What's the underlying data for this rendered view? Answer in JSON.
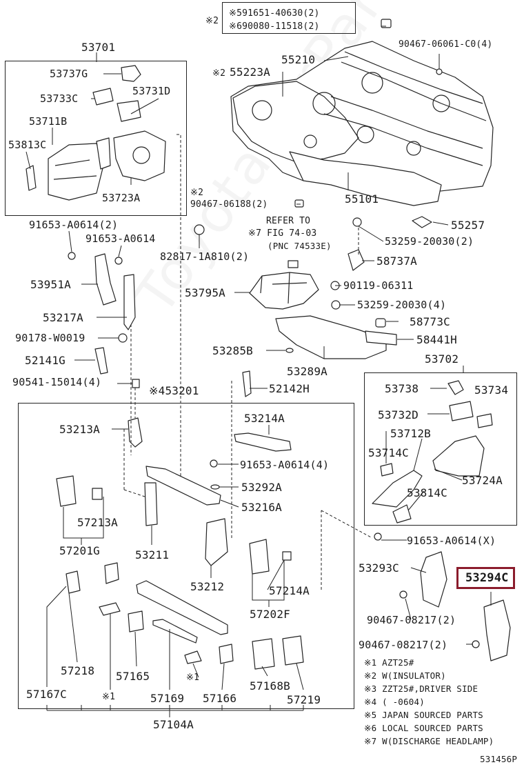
{
  "labels": {
    "p53701": "53701",
    "p53737G": "53737G",
    "p53733C": "53733C",
    "p53731D": "53731D",
    "p53711B": "53711B",
    "p53813C": "53813C",
    "p53723A": "53723A",
    "top_note_mark": "※2",
    "top_note_1": "※591651-40630(2)",
    "top_note_2": "※690080-11518(2)",
    "p90467_06061": "90467-06061-C0(4)",
    "p55210": "55210",
    "p55223A": "55223A",
    "mark2_55223A": "※2",
    "p55101": "55101",
    "mark2_90467": "※2",
    "p90467_06188": "90467-06188(2)",
    "refer_to": "REFER TO",
    "fig_ref": "※7 FIG 74-03",
    "pnc_ref": "(PNC 74533E)",
    "p55257": "55257",
    "p53259_a": "53259-20030(2)",
    "p58737A": "58737A",
    "p90119": "90119-06311",
    "p53259_b": "53259-20030(4)",
    "p58773C": "58773C",
    "p58441H": "58441H",
    "p53795A": "53795A",
    "p53285B": "53285B",
    "p53289A": "53289A",
    "p91653_a": "91653-A0614(2)",
    "p91653_b": "91653-A0614",
    "p82817": "82817-1A810(2)",
    "p53951A": "53951A",
    "p53217A": "53217A",
    "p90178": "90178-W0019",
    "p52141G": "52141G",
    "p90541": "90541-15014(4)",
    "p52142H": "52142H",
    "p53201": "※453201",
    "p53702": "53702",
    "p53738": "53738",
    "p53734": "53734",
    "p53732D": "53732D",
    "p53712B": "53712B",
    "p53714C": "53714C",
    "p53724A": "53724A",
    "p53814C": "53814C",
    "p53213A": "53213A",
    "p53214A": "53214A",
    "p91653_c": "91653-A0614(4)",
    "p53292A": "53292A",
    "p53216A": "53216A",
    "p57213A": "57213A",
    "p57201G": "57201G",
    "p53211": "53211",
    "p53212": "53212",
    "p57214A": "57214A",
    "p57202F": "57202F",
    "p91653_x": "91653-A0614(X)",
    "p53293C": "53293C",
    "p53294C": "53294C",
    "p90467_08217_a": "90467-08217(2)",
    "p90467_08217_b": "90467-08217(2)",
    "p57218": "57218",
    "p57165": "57165",
    "mark1_a": "※1",
    "p57167C": "57167C",
    "mark1_b": "※1",
    "p57169": "57169",
    "p57166": "57166",
    "p57168B": "57168B",
    "p57219": "57219",
    "p57104A": "57104A",
    "diagram_code": "531456P"
  },
  "notes": [
    "※1 AZT25#",
    "※2 W(INSULATOR)",
    "※3 ZZT25#,DRIVER SIDE",
    "※4 (    -0604)",
    "※5 JAPAN SOURCED PARTS",
    "※6 LOCAL SOURCED PARTS",
    "※7 W(DISCHARGE HEADLAMP)"
  ],
  "watermark": "ToyotaCarParts.ru",
  "highlight_color": "#8b1c2c"
}
